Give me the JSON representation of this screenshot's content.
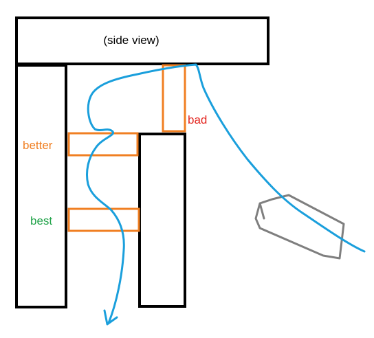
{
  "top_bar": {
    "label": "(side view)"
  },
  "labels": {
    "bad": "bad",
    "better": "better",
    "best": "best"
  },
  "colors": {
    "structure": "#000000",
    "highlight_box": "#f07f22",
    "bad": "#e32620",
    "better": "#f07f22",
    "best": "#22a34a",
    "cable": "#1a9fdc",
    "device": "#7f7f7f"
  }
}
